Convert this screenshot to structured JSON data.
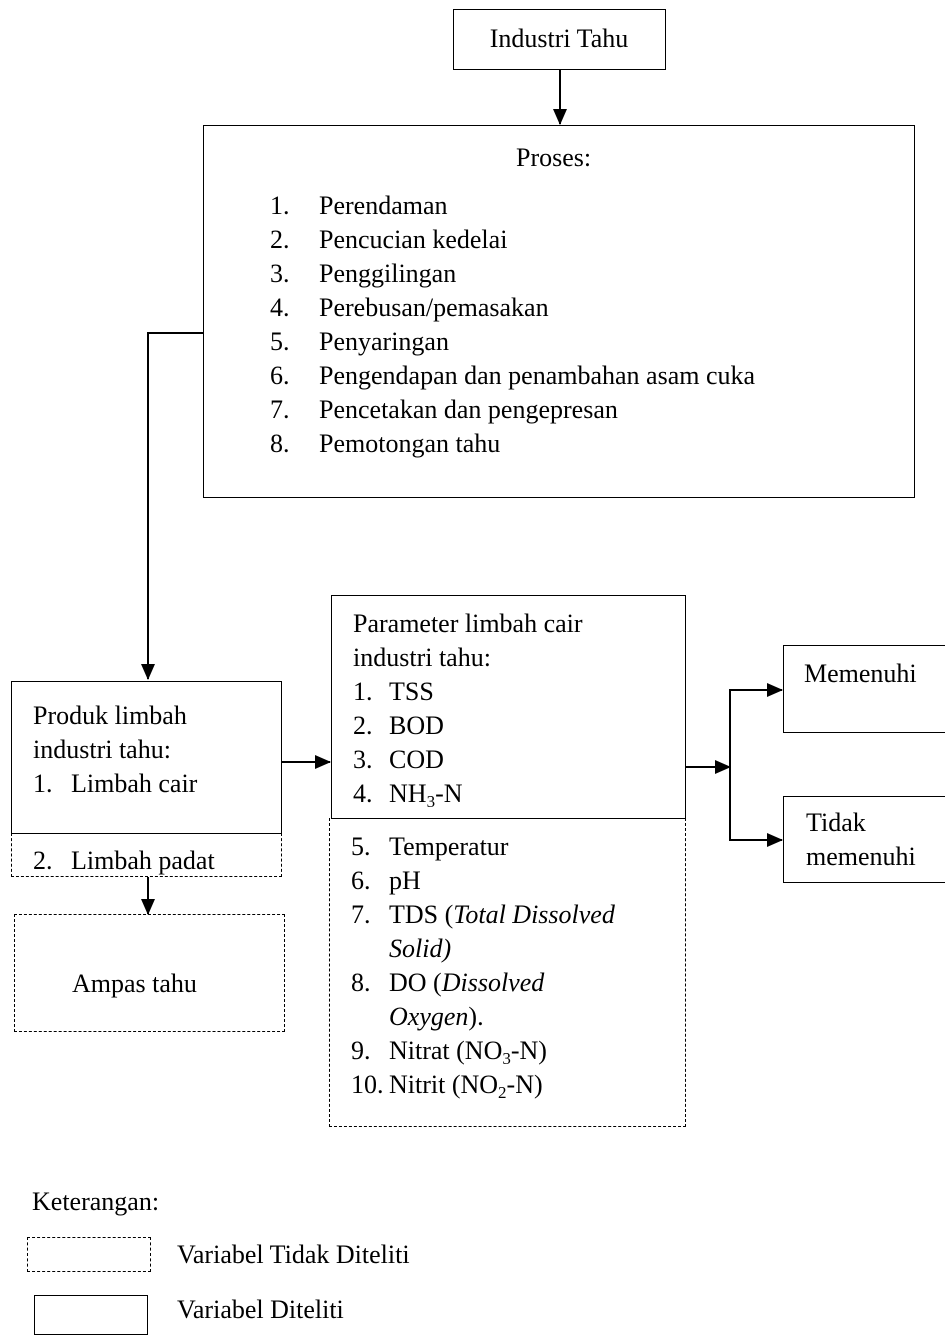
{
  "industry": {
    "title": "Industri Tahu"
  },
  "process": {
    "heading": "Proses:",
    "steps": [
      {
        "num": "1.",
        "label": "Perendaman"
      },
      {
        "num": "2.",
        "label": "Pencucian kedelai"
      },
      {
        "num": "3.",
        "label": "Penggilingan"
      },
      {
        "num": "4.",
        "label": "Perebusan/pemasakan"
      },
      {
        "num": "5.",
        "label": "Penyaringan"
      },
      {
        "num": "6.",
        "label": "Pengendapan dan penambahan asam cuka"
      },
      {
        "num": "7.",
        "label": "Pencetakan dan pengepresan"
      },
      {
        "num": "8.",
        "label": "Pemotongan tahu"
      }
    ]
  },
  "waste": {
    "title_line1": "Produk limbah",
    "title_line2": "industri tahu:",
    "liquid": {
      "num": "1.",
      "label": "Limbah cair"
    },
    "solid": {
      "num": "2.",
      "label": "Limbah padat"
    },
    "pulp": "Ampas tahu"
  },
  "params": {
    "title_line1": "Parameter limbah cair",
    "title_line2": "industri tahu:",
    "studied": [
      {
        "num": "1.",
        "label": "TSS"
      },
      {
        "num": "2.",
        "label": "BOD"
      },
      {
        "num": "3.",
        "label": "COD"
      },
      {
        "num": "4.",
        "pre": "NH",
        "sub": "3",
        "post": "-N"
      }
    ],
    "not_studied": {
      "p5": {
        "num": "5.",
        "label": "Temperatur"
      },
      "p6": {
        "num": "6.",
        "label": "pH"
      },
      "p7": {
        "num": "7.",
        "label": "TDS (",
        "italic": "Total Dissolved Solid)"
      },
      "p8": {
        "num": "8.",
        "label": "DO (",
        "italic": "Dissolved Oxygen",
        "post": ")."
      },
      "p9": {
        "num": "9.",
        "pre": "Nitrat (NO",
        "sub": "3",
        "post": "-N)"
      },
      "p10": {
        "num": "10.",
        "pre": "Nitrit (NO",
        "sub": "2",
        "post": "-N)"
      }
    }
  },
  "outcomes": {
    "meets": "Memenuhi",
    "not_meets_line1": "Tidak",
    "not_meets_line2": "memenuhi"
  },
  "legend": {
    "title": "Keterangan:",
    "not_studied": "Variabel Tidak Diteliti",
    "studied": "Variabel Diteliti"
  }
}
